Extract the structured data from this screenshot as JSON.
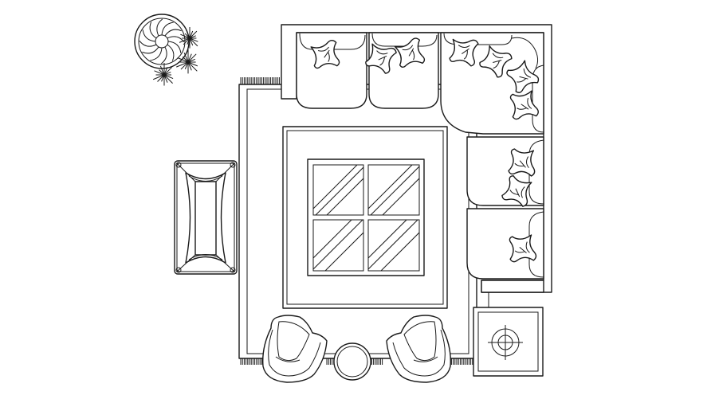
{
  "drawing": {
    "kind": "living room furniture plan",
    "line_color": "#1a1a1a",
    "background": "#ffffff"
  },
  "components": {
    "plant": {
      "icon": "potted-plant-icon"
    },
    "bench": {
      "icon": "tufted-bench-icon"
    },
    "rug": {
      "icon": "fringed-rug-icon"
    },
    "sofa": {
      "icon": "l-shaped-sectional-sofa-icon",
      "cushions": 6,
      "pillows": 10
    },
    "coffee_table": {
      "icon": "glass-coffee-table-icon",
      "panes": 4
    },
    "armchairs": {
      "icon": "tub-armchair-icon",
      "count": 2
    },
    "side_table": {
      "icon": "round-side-table-icon"
    },
    "lamp_table": {
      "icon": "square-lamp-table-icon"
    }
  }
}
